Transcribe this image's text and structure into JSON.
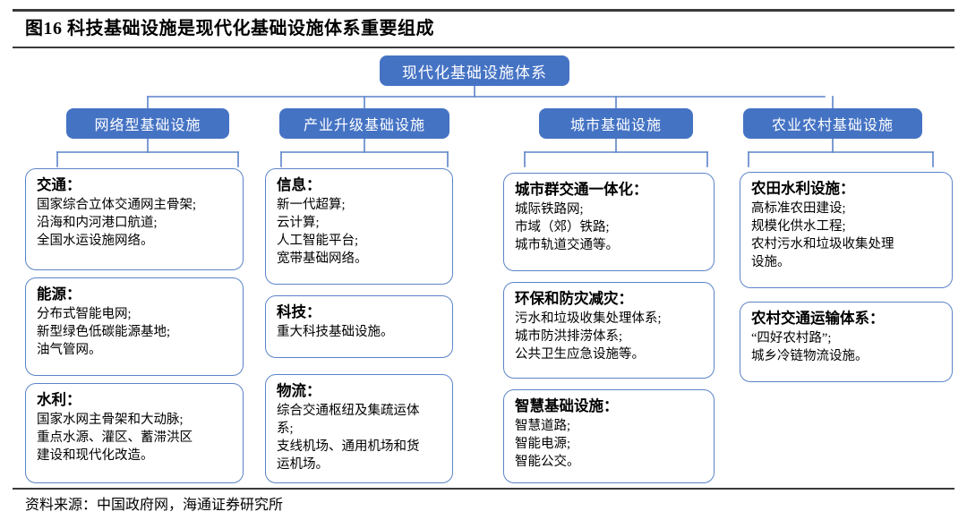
{
  "figure": {
    "title": "图16 科技基础设施是现代化基础设施体系重要组成",
    "source": "资料来源：中国政府网，海通证券研究所"
  },
  "colors": {
    "node_blue": "#4573c4",
    "box_border_blue": "#5b84c8",
    "rule_dark": "#3a3a3a",
    "text_black": "#000000",
    "node_text": "#ffffff"
  },
  "diagram": {
    "type": "hierarchy-tree",
    "root": {
      "label": "现代化基础设施体系"
    },
    "columns": [
      {
        "header": "网络型基础设施",
        "items": [
          {
            "title": "交通：",
            "lines": [
              "国家综合立体交通网主骨架;",
              "沿海和内河港口航道;",
              "全国水运设施网络。"
            ]
          },
          {
            "title": "能源：",
            "lines": [
              "分布式智能电网;",
              "新型绿色低碳能源基地;",
              "油气管网。"
            ]
          },
          {
            "title": "水利：",
            "lines": [
              "国家水网主骨架和大动脉;",
              "重点水源、灌区、蓄滞洪区",
              "建设和现代化改造。"
            ]
          }
        ]
      },
      {
        "header": "产业升级基础设施",
        "items": [
          {
            "title": "信息：",
            "lines": [
              "新一代超算;",
              "云计算;",
              "人工智能平台;",
              "宽带基础网络。"
            ]
          },
          {
            "title": "科技：",
            "lines": [
              "重大科技基础设施。"
            ]
          },
          {
            "title": "物流：",
            "lines": [
              "综合交通枢纽及集疏运体",
              "系;",
              "支线机场、通用机场和货",
              "运机场。"
            ]
          }
        ]
      },
      {
        "header": "城市基础设施",
        "items": [
          {
            "title": "城市群交通一体化：",
            "lines": [
              "城际铁路网;",
              "市域（郊）铁路;",
              "城市轨道交通等。"
            ]
          },
          {
            "title": "环保和防灾减灾：",
            "lines": [
              "污水和垃圾收集处理体系;",
              "城市防洪排涝体系;",
              "公共卫生应急设施等。"
            ]
          },
          {
            "title": "智慧基础设施：",
            "lines": [
              "智慧道路;",
              "智能电源;",
              "智能公交。"
            ]
          }
        ]
      },
      {
        "header": "农业农村基础设施",
        "items": [
          {
            "title": "农田水利设施：",
            "lines": [
              "高标准农田建设;",
              "规模化供水工程;",
              "农村污水和垃圾收集处理",
              "设施。"
            ]
          },
          {
            "title": "农村交通运输体系：",
            "lines": [
              "“四好农村路”;",
              "城乡冷链物流设施。"
            ]
          }
        ]
      }
    ]
  }
}
